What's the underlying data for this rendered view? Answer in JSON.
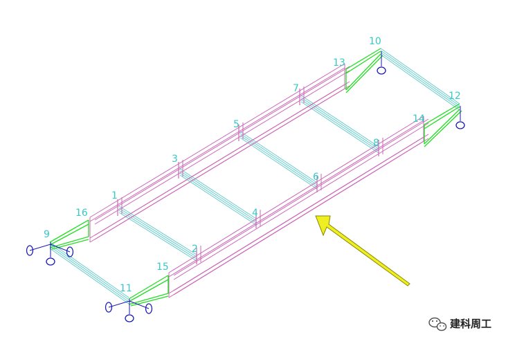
{
  "colors": {
    "girder": "#cc66b8",
    "cross_beam": "#66cccc",
    "end_bracket": "#22dd22",
    "support": "#1a1ab4",
    "node_label": "#38c8c8",
    "arrow_fill": "#eeee22",
    "arrow_stroke": "#888800"
  },
  "node_labels": {
    "n1": "1",
    "n2": "2",
    "n3": "3",
    "n4": "4",
    "n5": "5",
    "n6": "6",
    "n7": "7",
    "n8": "8",
    "n9": "9",
    "n10": "10",
    "n11": "11",
    "n12": "12",
    "n13": "13",
    "n14": "14",
    "n15": "15",
    "n16": "16"
  },
  "watermark": {
    "icon": "wechat-icon",
    "text": "建科周工"
  }
}
